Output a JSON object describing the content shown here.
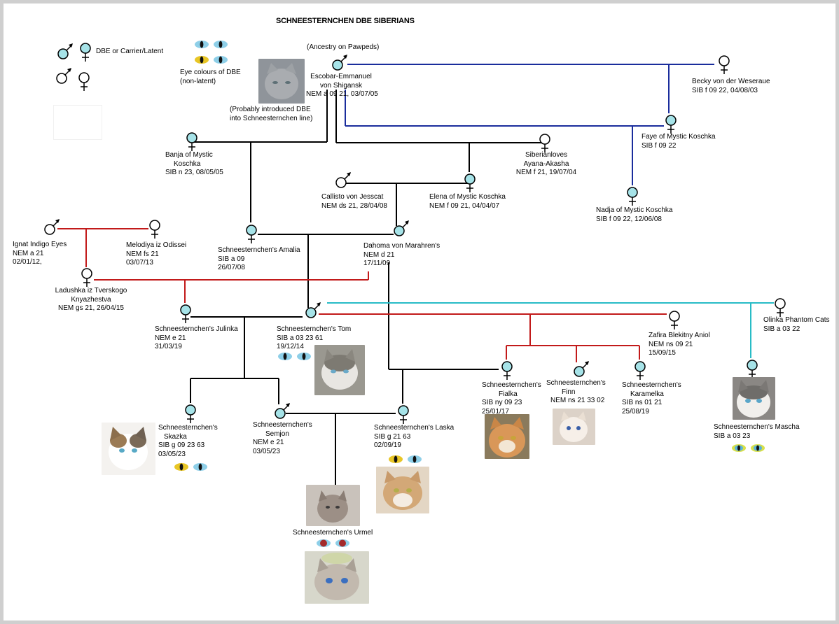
{
  "title": "SCHNEESTERNCHEN DBE SIBERIANS",
  "legend": {
    "dbe_label": "DBE or Carrier/Latent",
    "eye_label_line1": "Eye colours of DBE",
    "eye_label_line2": "(non-latent)"
  },
  "notes": {
    "ancestry": "(Ancestry on Pawpeds)",
    "probably_line1": "(Probably introduced DBE",
    "probably_line2": "into Schneesternchen line)"
  },
  "cats": {
    "escobar": {
      "l1": "Escobar-Emmanuel",
      "l2": "von Shigansk",
      "l3": "NEM a 09 21, 03/07/05"
    },
    "becky": {
      "l1": "Becky von der Weseraue",
      "l2": "SIB f 09 22, 04/08/03"
    },
    "faye": {
      "l1": "Faye of Mystic Koschka",
      "l2": "SIB f 09 22"
    },
    "siberian": {
      "l1": "Siberianloves",
      "l2": "Ayana-Akasha",
      "l3": "NEM f 21, 19/07/04"
    },
    "banja": {
      "l1": "Banja of Mystic",
      "l2": "Koschka",
      "l3": "SIB n 23, 08/05/05"
    },
    "callisto": {
      "l1": "Callisto von Jesscat",
      "l2": "NEM ds 21, 28/04/08"
    },
    "elena": {
      "l1": "Elena of Mystic Koschka",
      "l2": "NEM f 09 21, 04/04/07"
    },
    "nadja": {
      "l1": "Nadja of Mystic Koschka",
      "l2": "SIB f 09 22, 12/06/08"
    },
    "ignat": {
      "l1": "Ignat Indigo Eyes",
      "l2": "NEM a 21",
      "l3": "02/01/12,"
    },
    "melodiya": {
      "l1": "Melodiya iz Odissei",
      "l2": "NEM fs 21",
      "l3": "03/07/13"
    },
    "amalia": {
      "l1": "Schneesternchen's Amalia",
      "l2": "SIB a 09",
      "l3": "26/07/08"
    },
    "dahoma": {
      "l1": "Dahoma von Marahren's",
      "l2": "NEM d 21",
      "l3": "17/11/09"
    },
    "ladushka": {
      "l1": "Ladushka iz Tverskogo",
      "l2": "Knyazhestva",
      "l3": "NEM gs 21, 26/04/15"
    },
    "julinka": {
      "l1": "Schneesternchen's Julinka",
      "l2": "NEM e 21",
      "l3": "31/03/19"
    },
    "tom": {
      "l1": "Schneesternchen's Tom",
      "l2": "SIB a 03 23 61",
      "l3": "19/12/14"
    },
    "olinka": {
      "l1": "Olinka Phantom Cats",
      "l2": "SIB a 03 22"
    },
    "zafira": {
      "l1": "Zafira Blekitny Aniol",
      "l2": "NEM ns 09 21",
      "l3": "15/09/15"
    },
    "fialka": {
      "l1": "Schneesternchen's",
      "l2": "Fialka",
      "l3": "SIB ny 09 23",
      "l4": "25/01/17"
    },
    "finn": {
      "l1": "Schneesternchen's",
      "l2": "Finn",
      "l3": "NEM ns 21 33 02"
    },
    "karamelka": {
      "l1": "Schneesternchen's",
      "l2": "Karamelka",
      "l3": "SIB ns 01 21",
      "l4": "25/08/19"
    },
    "mascha": {
      "l1": "Schneesternchen's Mascha",
      "l2": "SIB a 03 23"
    },
    "skazka": {
      "l1": "Schneesternchen's",
      "l2": "Skazka",
      "l3": "SIB g 09 23 63",
      "l4": "03/05/23"
    },
    "semjon": {
      "l1": "Schneesternchen's",
      "l2": "Semjon",
      "l3": "NEM e 21",
      "l4": "03/05/23"
    },
    "laska": {
      "l1": "Schneesternchen's Laska",
      "l2": "SIB g 21 63",
      "l3": "02/09/19"
    },
    "urmel": {
      "l1": "Schneesternchen's Urmel"
    }
  },
  "colors": {
    "dbe_fill": "#a6e3e8",
    "line_black": "#000000",
    "line_red": "#c21a1a",
    "line_blue": "#1a2d9c",
    "line_cyan": "#28bcc6"
  }
}
